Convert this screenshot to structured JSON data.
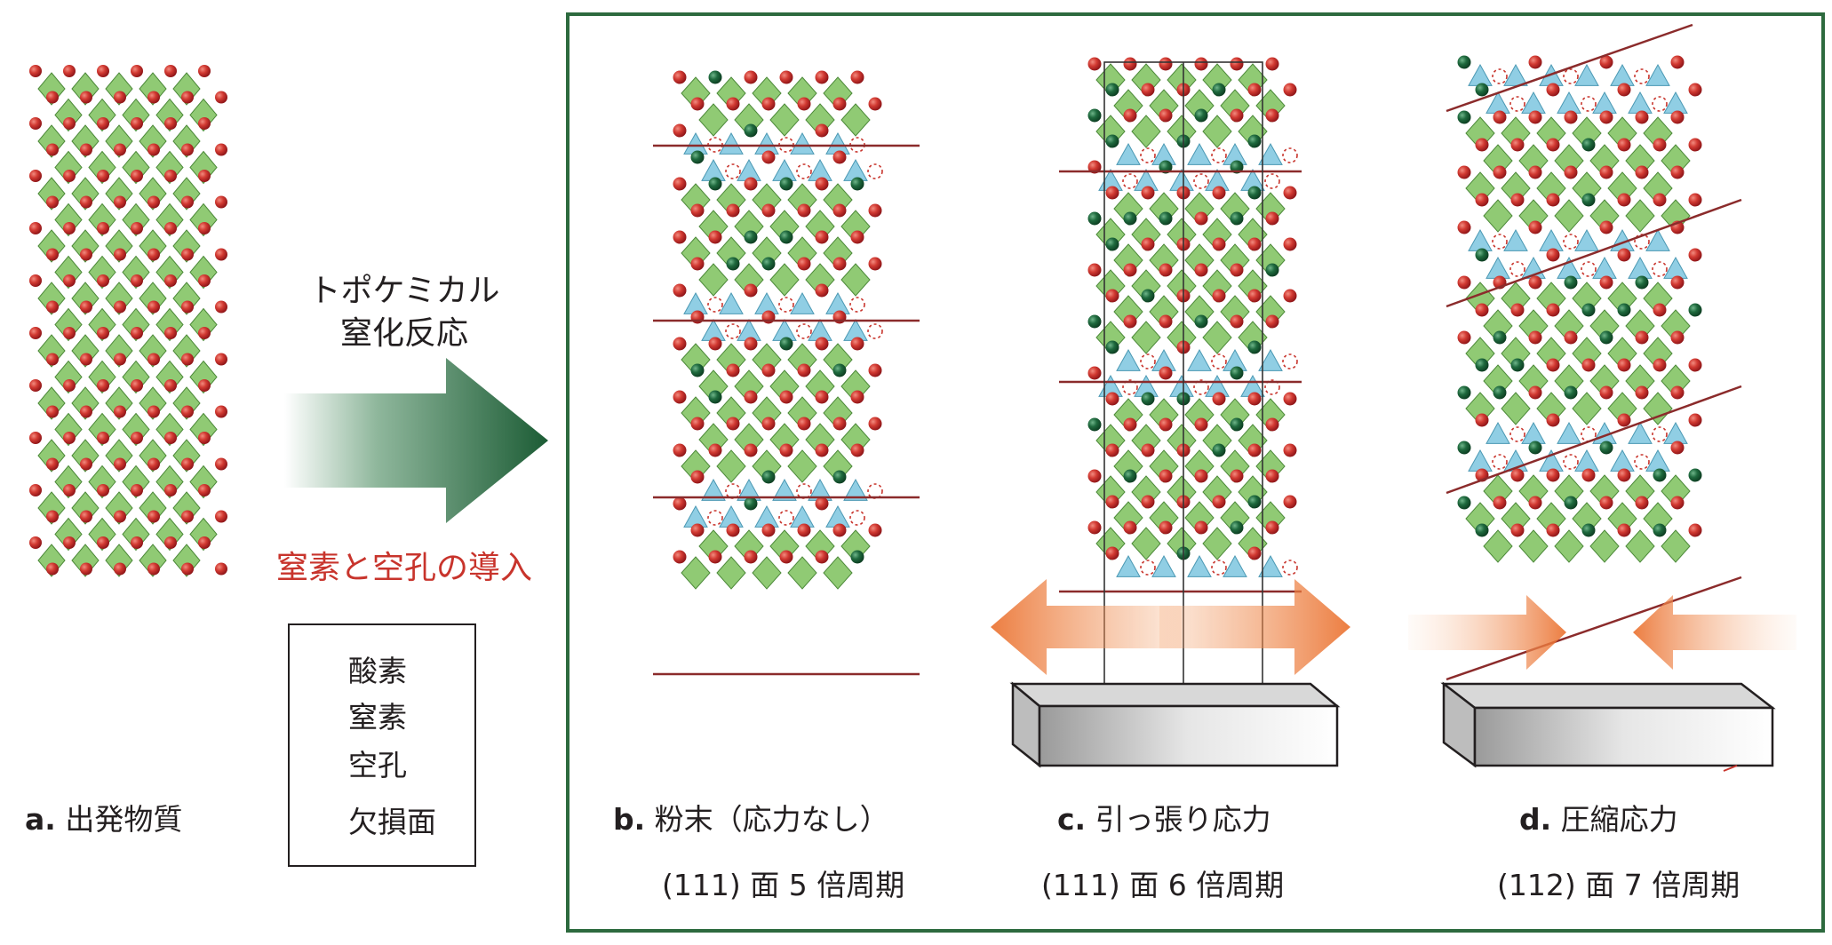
{
  "arrow": {
    "line1": "トポケミカル",
    "line2": "窒化反応",
    "process": "窒素と空孔の導入"
  },
  "legend": {
    "oxygen": "酸素",
    "nitrogen": "窒素",
    "vacancy": "空孔",
    "defect_plane": "欠損面"
  },
  "panels": [
    {
      "letter": "a.",
      "title": "出発物質",
      "subtitle": ""
    },
    {
      "letter": "b.",
      "title": "粉末（応力なし）",
      "subtitle": "(111) 面 5 倍周期"
    },
    {
      "letter": "c.",
      "title": "引っ張り応力",
      "subtitle": "(111) 面  6 倍周期"
    },
    {
      "letter": "d.",
      "title": "圧縮応力",
      "subtitle": "(112) 面 7 倍周期"
    }
  ],
  "colors": {
    "octahedron_green": "#7cc15c",
    "tetrahedron_blue": "#7cc6df",
    "oxygen_red": "#c0282a",
    "nitrogen_green": "#1a5c34",
    "defect_line": "#8b2b2b",
    "frame_green": "#2d6a3e",
    "arrow_orange": "#ee7a3a",
    "text_red": "#c8342c"
  },
  "icons": [
    "oxygen-atom-icon",
    "nitrogen-atom-icon",
    "vacancy-icon",
    "defect-plane-icon",
    "reaction-arrow-icon",
    "strain-arrow-icon",
    "substrate-icon"
  ]
}
